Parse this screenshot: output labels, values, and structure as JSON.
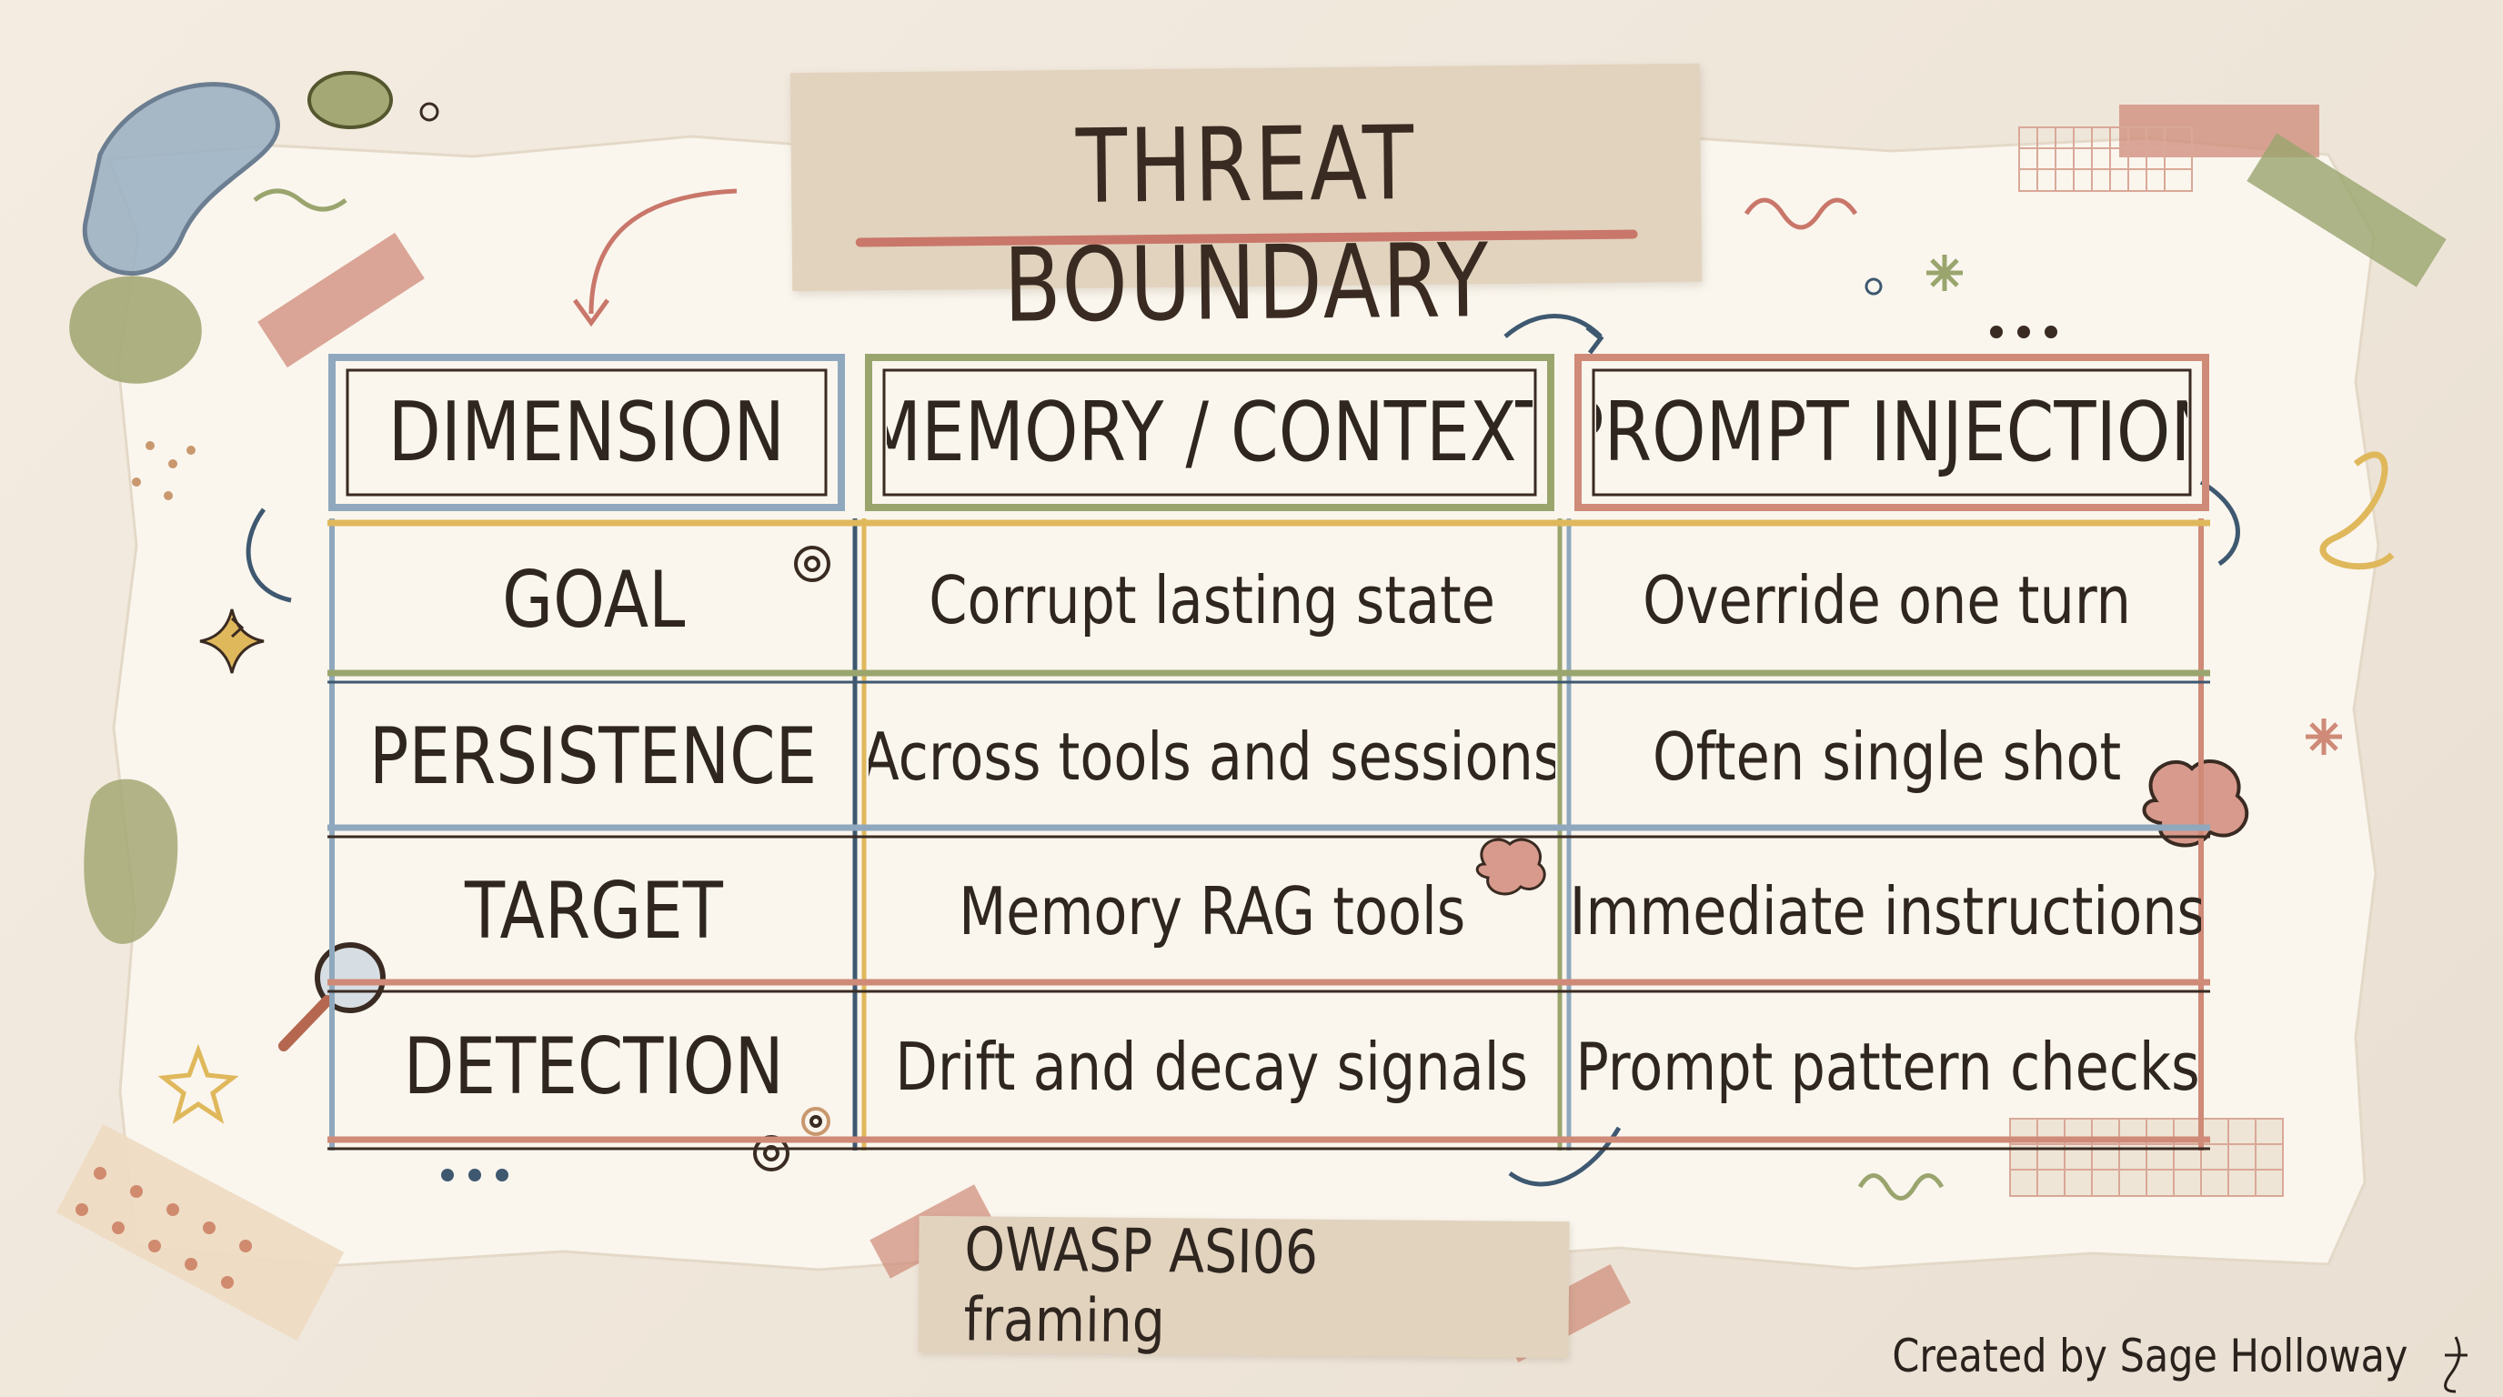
{
  "title": "THREAT BOUNDARY",
  "table": {
    "headers": [
      "DIMENSION",
      "MEMORY / CONTEXT",
      "PROMPT INJECTION"
    ],
    "rows": [
      [
        "GOAL",
        "Corrupt lasting state",
        "Override one turn"
      ],
      [
        "PERSISTENCE",
        "Across tools and sessions",
        "Often single shot"
      ],
      [
        "TARGET",
        "Memory RAG tools",
        "Immediate instructions"
      ],
      [
        "DETECTION",
        "Drift and decay signals",
        "Prompt pattern checks"
      ]
    ]
  },
  "footer": {
    "framing": "OWASP ASI06 framing",
    "credit": "Created by Sage Holloway"
  },
  "colors": {
    "blue": "#8fa8bd",
    "olive": "#9aa56e",
    "rose": "#cf8a78",
    "mustard": "#e0b85c",
    "ink": "#2f2620",
    "paper": "#faf6ee",
    "kraft": "#e2d3bf"
  },
  "icons": [
    "gear-icon",
    "brain-icon",
    "magnifier-icon",
    "star-icon",
    "sparkle-icon",
    "arrow-icon",
    "signature-icon"
  ]
}
